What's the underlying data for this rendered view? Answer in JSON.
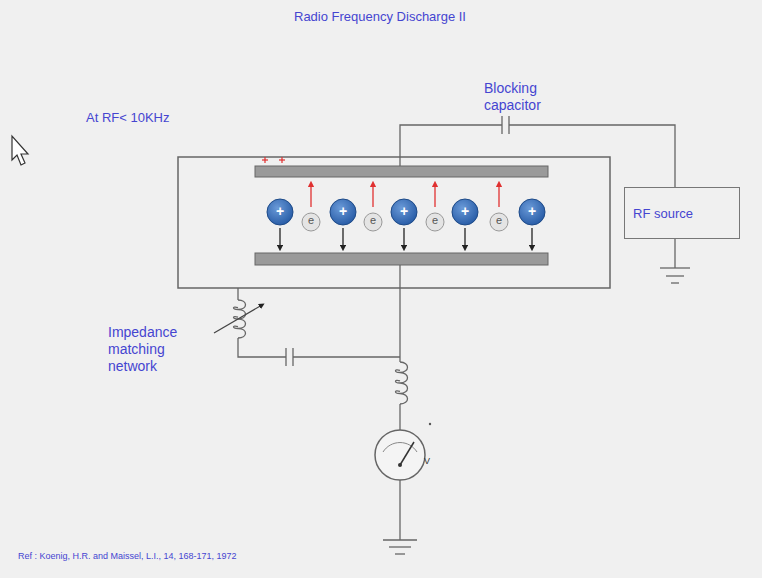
{
  "diagram": {
    "title": "Radio Frequency Discharge II",
    "caption": "Ref : Koenig, H.R. and Maissel, L.I., 14, 168-171, 1972",
    "nodes": [
      {
        "text": [
          "RF source"
        ]
      }
    ],
    "labels": [
      "At RF< 10KHz",
      "Blocking capacitor",
      "Impedance matching network",
      "V",
      "+",
      "+",
      "+",
      "+",
      "+",
      "e",
      "e",
      "e",
      "e"
    ]
  }
}
